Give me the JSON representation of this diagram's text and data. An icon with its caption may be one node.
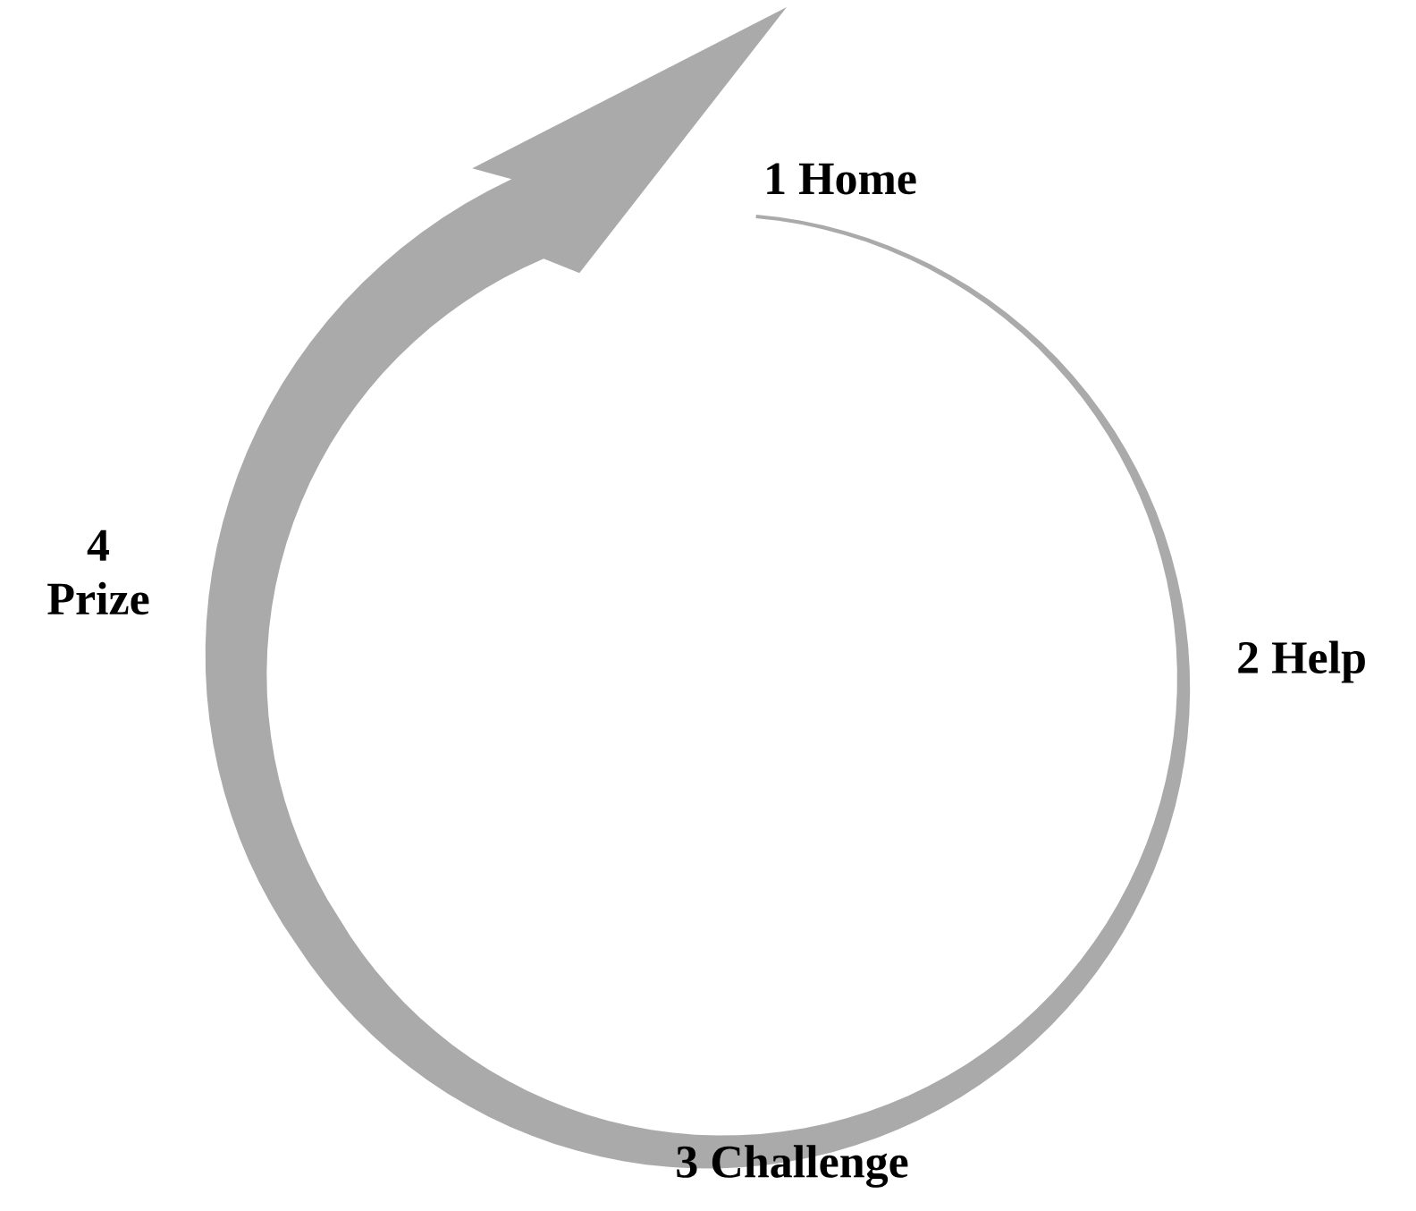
{
  "diagram": {
    "labels": [
      "1 Home",
      "2 Help",
      "3 Challenge",
      "4 Prize"
    ]
  }
}
